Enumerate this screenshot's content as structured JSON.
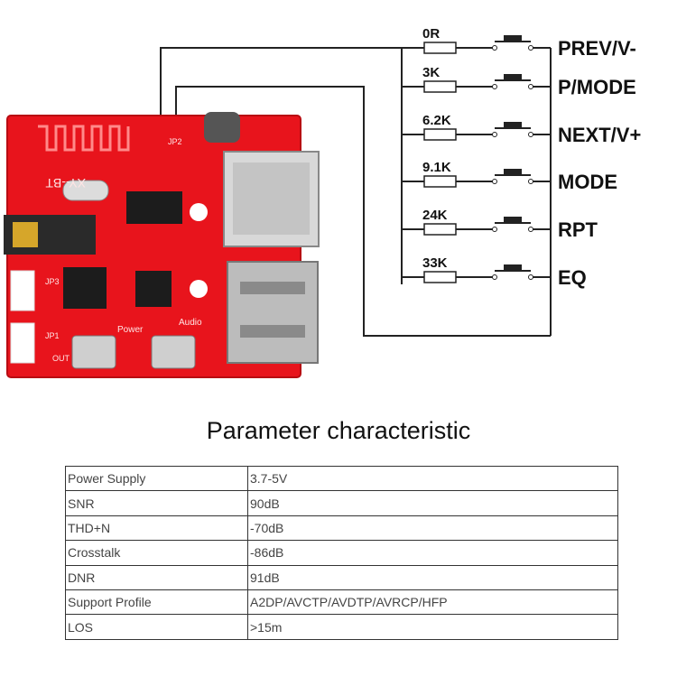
{
  "buttons": [
    {
      "resistor": "0R",
      "label": "PREV/V-"
    },
    {
      "resistor": "3K",
      "label": "P/MODE"
    },
    {
      "resistor": "6.2K",
      "label": "NEXT/V+"
    },
    {
      "resistor": "9.1K",
      "label": "MODE"
    },
    {
      "resistor": "24K",
      "label": "RPT"
    },
    {
      "resistor": "33K",
      "label": "EQ"
    }
  ],
  "board": {
    "model": "XY--BT",
    "labels": {
      "jp2": "JP2",
      "jp3": "JP3",
      "jp1": "JP1",
      "power": "Power",
      "audio": "Audio",
      "out": "OUT"
    }
  },
  "colors": {
    "pcb": "#e8141c",
    "wire": "#222222"
  },
  "params": {
    "title": "Parameter characteristic",
    "rows": [
      {
        "name": "Power Supply",
        "value": "3.7-5V"
      },
      {
        "name": "SNR",
        "value": "90dB"
      },
      {
        "name": "THD+N",
        "value": "-70dB"
      },
      {
        "name": "Crosstalk",
        "value": "-86dB"
      },
      {
        "name": "DNR",
        "value": "91dB"
      },
      {
        "name": "Support Profile",
        "value": "A2DP/AVCTP/AVDTP/AVRCP/HFP"
      },
      {
        "name": "LOS",
        "value": ">15m"
      }
    ]
  }
}
